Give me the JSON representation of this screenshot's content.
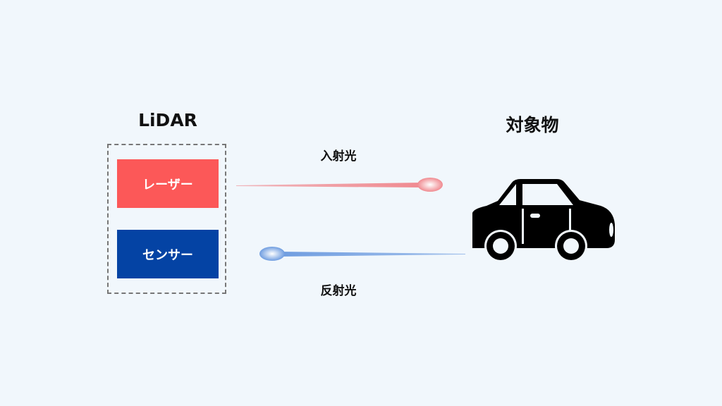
{
  "lidar": {
    "title": "LiDAR",
    "laser_label": "レーザー",
    "sensor_label": "センサー"
  },
  "beams": {
    "incident_label": "入射光",
    "reflected_label": "反射光"
  },
  "target": {
    "title": "対象物"
  },
  "colors": {
    "laser": "#fc5858",
    "sensor": "#0443a4",
    "incident_beam": "#f08a90",
    "reflected_beam": "#6f9de0"
  }
}
